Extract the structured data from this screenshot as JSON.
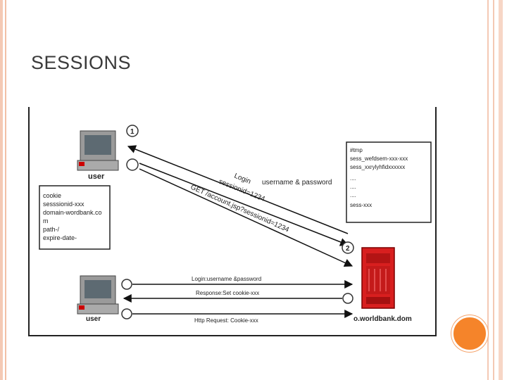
{
  "slide": {
    "title": "SESSIONS"
  },
  "diagram": {
    "user_label_top": "user",
    "user_label_bottom": "user",
    "server_label": "o.worldbank.dom",
    "step_one": "1",
    "step_two": "2",
    "cookie_box": [
      "cookie",
      "sesssionid-xxx",
      "domain-wordbank.co",
      "m",
      "path-/",
      "expire-date-"
    ],
    "server_box": [
      "#tmp",
      "sess_wefdsem-xxx-xxx",
      "sess_xxrylyhfidxxxxxx",
      "....",
      "....",
      "....",
      "sess-xxx"
    ],
    "arrow_login": "Login",
    "arrow_credentials": "username & password",
    "arrow_sessionid": "sessionid=1234",
    "arrow_get": "GET /account.jsp?sessionid=1234",
    "bottom_login": "Login:username &password",
    "bottom_response": "Response:Set cookie-xxx",
    "bottom_request": "Http Request: Cookie-xxx"
  }
}
